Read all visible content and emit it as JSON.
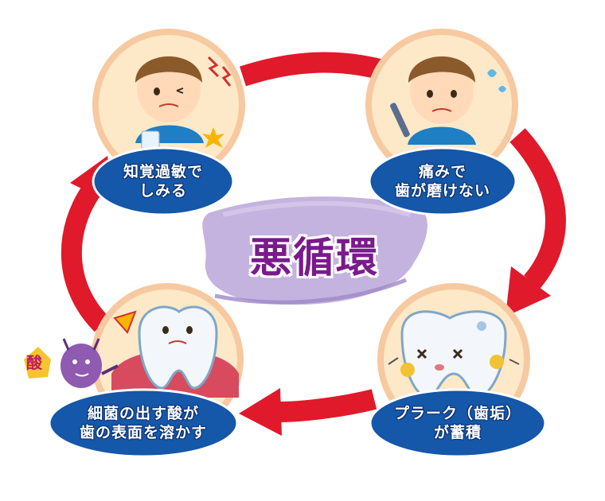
{
  "title": "悪循環",
  "steps": [
    {
      "line1": "知覚過敏で",
      "line2": "しみる"
    },
    {
      "line1": "痛みで",
      "line2": "歯が磨けない"
    },
    {
      "line1": "プラーク（歯垢）",
      "line2": "が蓄積"
    },
    {
      "line1": "細菌の出す酸が",
      "line2": "歯の表面を溶かす"
    }
  ],
  "acid_label": "酸",
  "colors": {
    "arrow": "#e0192b",
    "label_bg": "#1557a8",
    "title": "#7a1a8c",
    "title_brush": "#b9a6d8",
    "circle_fill": "#fde9c8",
    "circle_ring": "#f6c9a0"
  },
  "icons": [
    "sensitive-boy-illustration",
    "toothbrush-boy-illustration",
    "plaque-tooth-illustration",
    "bacteria-tooth-illustration"
  ]
}
